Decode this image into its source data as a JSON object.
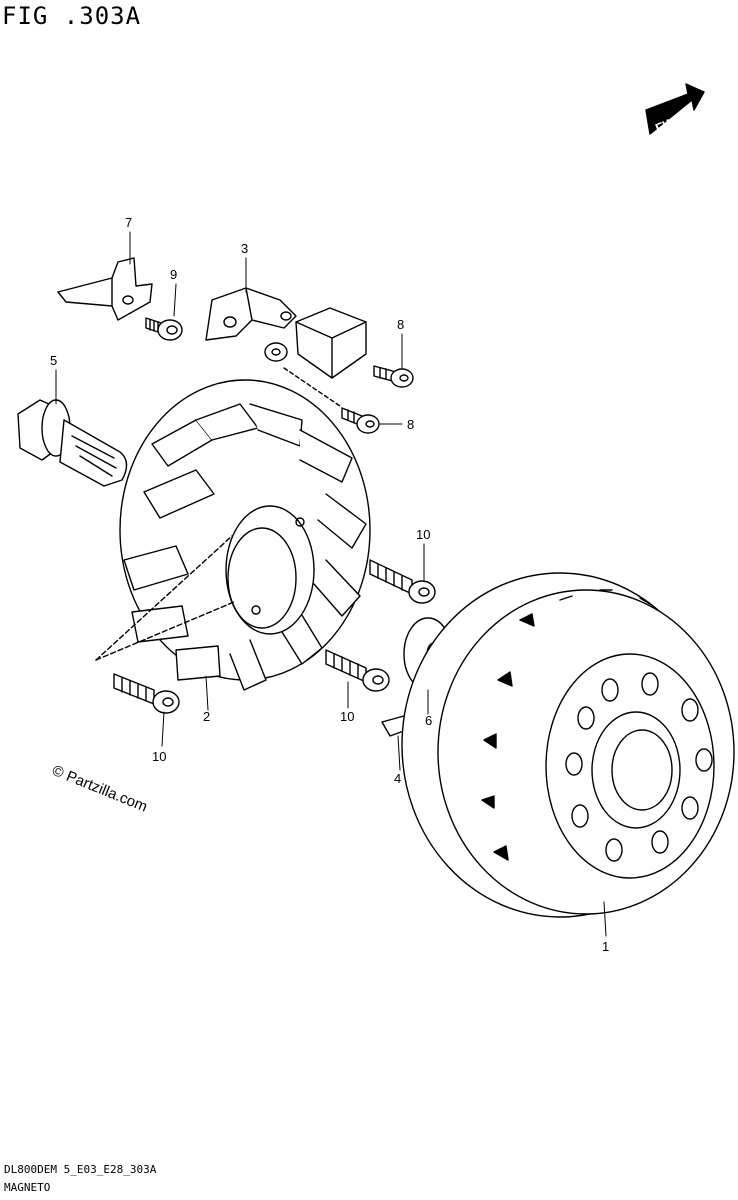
{
  "figure": {
    "title": "FIG .303A",
    "forward_badge": "FWD",
    "watermark": "© Partzilla.com",
    "footer_code": "DL800DEM 5_E03_E28_303A",
    "footer_name": "MAGNETO"
  },
  "callouts": [
    {
      "id": "1",
      "label": "1"
    },
    {
      "id": "2",
      "label": "2"
    },
    {
      "id": "3",
      "label": "3"
    },
    {
      "id": "4",
      "label": "4"
    },
    {
      "id": "5",
      "label": "5"
    },
    {
      "id": "6",
      "label": "6"
    },
    {
      "id": "7",
      "label": "7"
    },
    {
      "id": "8a",
      "label": "8"
    },
    {
      "id": "8b",
      "label": "8"
    },
    {
      "id": "9",
      "label": "9"
    },
    {
      "id": "10a",
      "label": "10"
    },
    {
      "id": "10b",
      "label": "10"
    },
    {
      "id": "10c",
      "label": "10"
    }
  ],
  "parts": {
    "rotor": "rotor-icon",
    "stator": "stator-icon",
    "bolt": "bolt-icon",
    "screw": "screw-icon",
    "washer": "washer-icon",
    "key": "key-icon",
    "bracket": "bracket-icon",
    "clamp": "clamp-icon",
    "sensor": "sensor-icon"
  }
}
